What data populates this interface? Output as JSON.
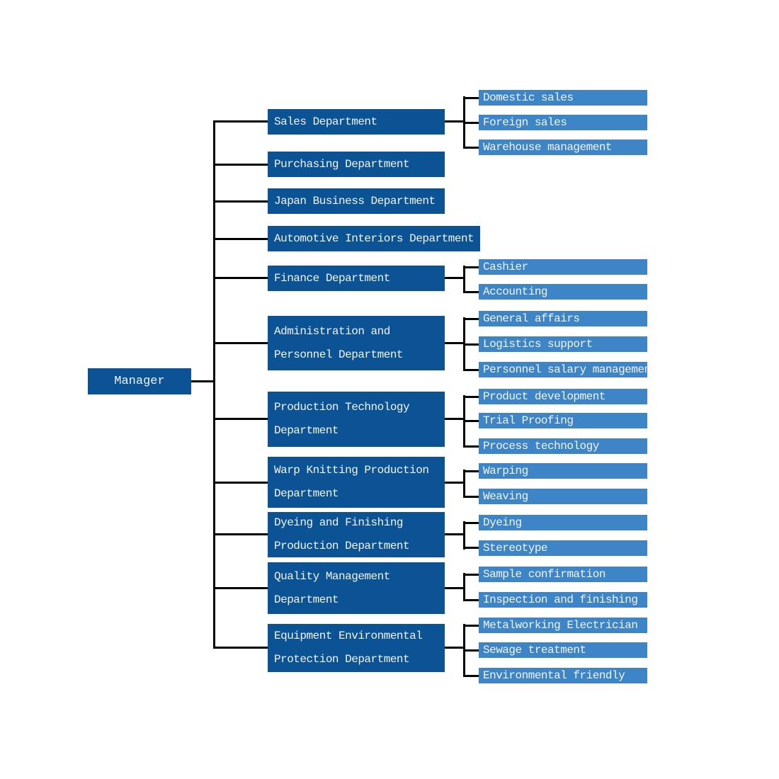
{
  "palette": {
    "department_fill": "#0b5394",
    "sub_item_fill": "#3d85c6",
    "connector_color": "#000000",
    "text_color": "#f2f4f8",
    "background": "#ffffff"
  },
  "diagram": {
    "type": "org-chart",
    "root": {
      "label": "Manager"
    },
    "departments": [
      {
        "lines": [
          "Sales Department"
        ],
        "children": [
          "Domestic sales",
          "Foreign sales",
          "Warehouse management"
        ]
      },
      {
        "lines": [
          "Purchasing Department"
        ],
        "children": []
      },
      {
        "lines": [
          "Japan Business Department"
        ],
        "children": []
      },
      {
        "lines": [
          "Automotive Interiors Department"
        ],
        "children": []
      },
      {
        "lines": [
          "Finance Department"
        ],
        "children": [
          "Cashier",
          "Accounting"
        ]
      },
      {
        "lines": [
          "Administration and",
          "Personnel Department"
        ],
        "children": [
          "General affairs",
          "Logistics support",
          "Personnel salary management"
        ]
      },
      {
        "lines": [
          "Production Technology",
          "Department"
        ],
        "children": [
          "Product development",
          "Trial Proofing",
          "Process technology"
        ]
      },
      {
        "lines": [
          "Warp Knitting Production",
          "Department"
        ],
        "children": [
          "Warping",
          "Weaving"
        ]
      },
      {
        "lines": [
          "Dyeing and Finishing",
          "Production Department"
        ],
        "children": [
          "Dyeing",
          "Stereotype"
        ]
      },
      {
        "lines": [
          "Quality Management",
          "Department"
        ],
        "children": [
          "Sample confirmation",
          "Inspection and finishing"
        ]
      },
      {
        "lines": [
          "Equipment Environmental",
          "Protection Department"
        ],
        "children": [
          "Metalworking Electrician",
          "Sewage treatment",
          "Environmental friendly"
        ]
      }
    ]
  }
}
